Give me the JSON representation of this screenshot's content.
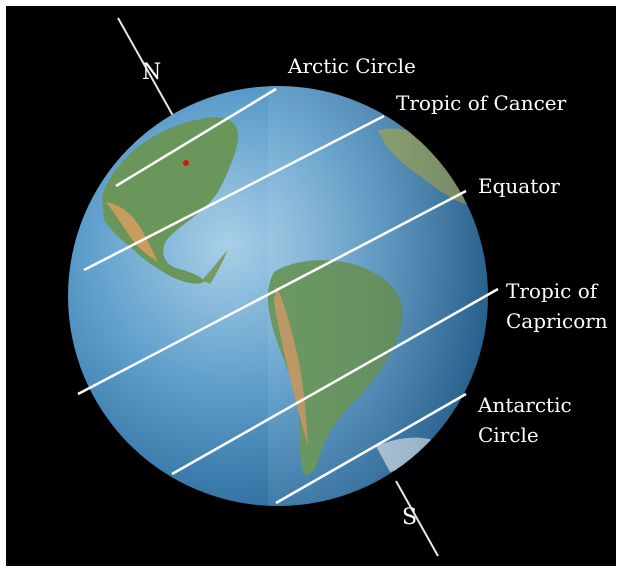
{
  "labels": {
    "north": "N",
    "south": "S",
    "arctic": "Arctic Circle",
    "cancer": "Tropic of Cancer",
    "equator": "Equator",
    "capricorn_line1": "Tropic of",
    "capricorn_line2": "Capricorn",
    "antarctic_line1": "Antarctic",
    "antarctic_line2": "Circle"
  },
  "colors": {
    "background": "#000000",
    "ocean": "#4f8fbf",
    "latitude_lines": "#ffffff",
    "land_green": "#5f8f55",
    "land_tan": "#c0975a",
    "marker": "#e01010"
  }
}
